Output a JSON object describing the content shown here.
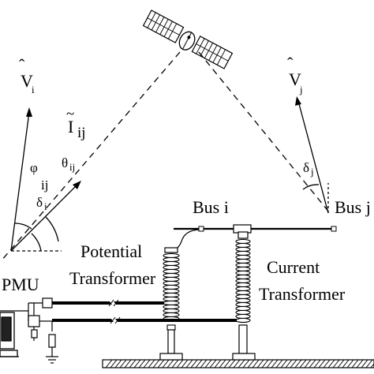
{
  "labels": {
    "vi": "V",
    "vi_sub": "i",
    "iij": "I",
    "iij_sub": "ij",
    "phi": "φ",
    "phi_sub": "ij",
    "theta": "θ",
    "theta_sub": "ij",
    "delta_i": "δ",
    "delta_i_sub": "i",
    "vj": "V",
    "vj_sub": "j",
    "delta_j": "δ",
    "delta_j_sub": "j",
    "bus_i": "Bus i",
    "bus_j": "Bus j",
    "potential": "Potential",
    "transformer_pt": "Transformer",
    "current": "Current",
    "transformer_ct": "Transformer",
    "pmu": "PMU"
  }
}
